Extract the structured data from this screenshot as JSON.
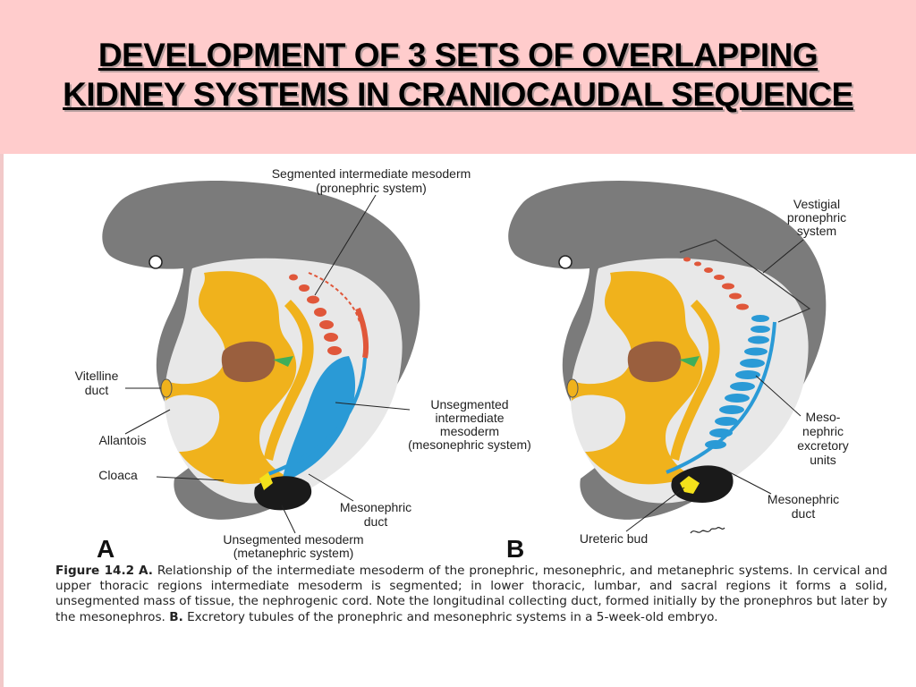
{
  "title": {
    "line1": "DEVELOPMENT OF 3 SETS OF OVERLAPPING",
    "line2": "KIDNEY SYSTEMS IN CRANIOCAUDAL SEQUENCE"
  },
  "colors": {
    "title_band": "#ffcccc",
    "embryo_outer": "#7b7b7b",
    "embryo_inner": "#e8e8e8",
    "gut_yellow": "#f0b21c",
    "heart_brown": "#9a5f3e",
    "pronephros_red": "#e0573a",
    "mesonephros_blue": "#2a9ad6",
    "metanephros_black": "#1a1a1a",
    "ureteric_yellow": "#f4e11b",
    "green_duct": "#3fae5a"
  },
  "figure": {
    "panel_a": {
      "letter": "A",
      "labels": {
        "seg_mesoderm_1": "Segmented intermediate mesoderm",
        "seg_mesoderm_2": "(pronephric system)",
        "vitelline_1": "Vitelline",
        "vitelline_2": "duct",
        "allantois": "Allantois",
        "cloaca": "Cloaca",
        "unseg_1": "Unsegmented",
        "unseg_2": "intermediate",
        "unseg_3": "mesoderm",
        "unseg_4": "(mesonephric system)",
        "mesoduct_1": "Mesonephric",
        "mesoduct_2": "duct",
        "meta_1": "Unsegmented mesoderm",
        "meta_2": "(metanephric system)"
      }
    },
    "panel_b": {
      "letter": "B",
      "labels": {
        "vestigial_1": "Vestigial",
        "vestigial_2": "pronephric",
        "vestigial_3": "system",
        "meso_exc_1": "Meso-",
        "meso_exc_2": "nephric",
        "meso_exc_3": "excretory",
        "meso_exc_4": "units",
        "mesoduct_1": "Mesonephric",
        "mesoduct_2": "duct",
        "ureteric": "Ureteric bud"
      }
    }
  },
  "caption": {
    "fig_label": "Figure 14.2",
    "a_letter": "A.",
    "text_a": "Relationship of the intermediate mesoderm of the pronephric, mesonephric, and metanephric systems. In cervical and upper thoracic regions intermediate mesoderm is segmented; in lower thoracic, lumbar, and sacral regions it forms a solid, unsegmented mass of tissue, the nephrogenic cord. Note the longitudinal collecting duct, formed initially by the pronephros but later by the mesonephros.",
    "b_letter": "B.",
    "text_b": "Excretory tubules of the pronephric and mesonephric systems in a 5-week-old embryo."
  }
}
